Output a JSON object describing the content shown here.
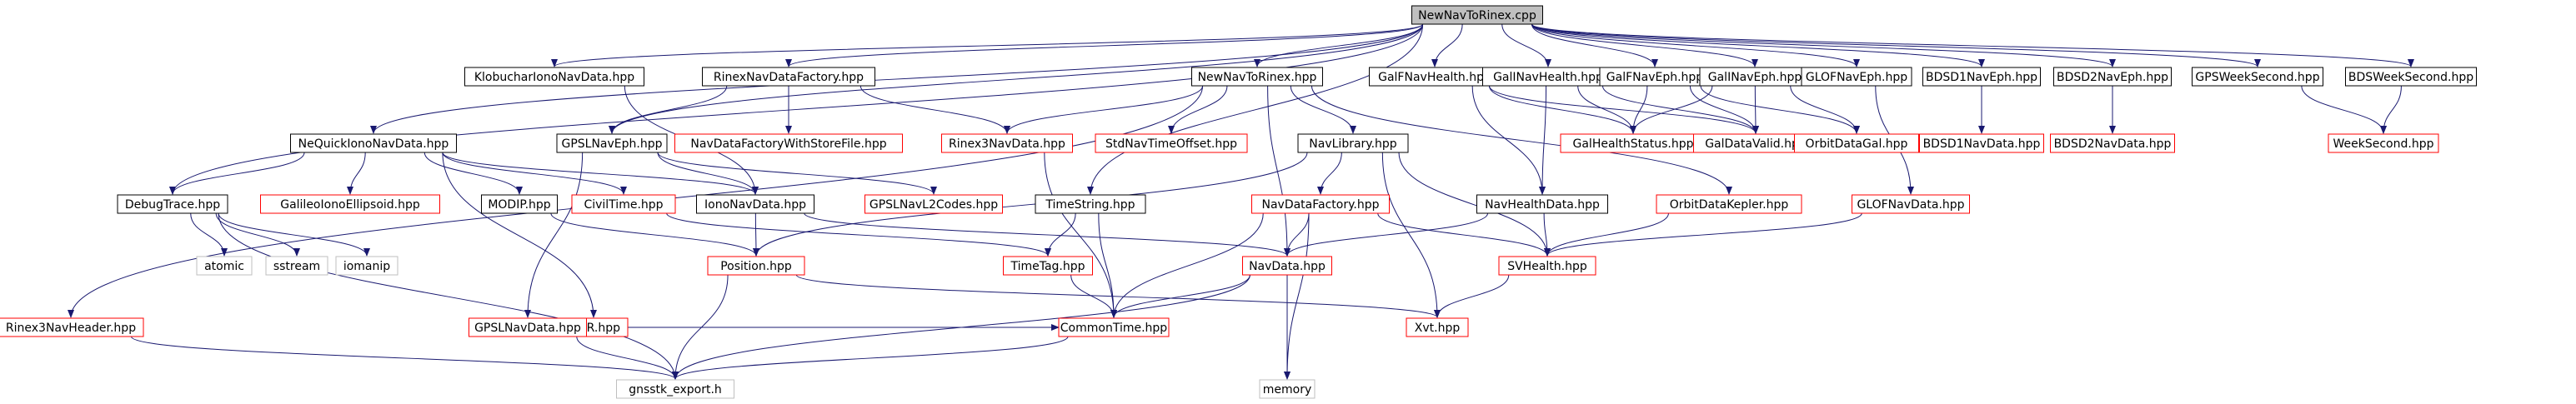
{
  "diagram": {
    "colors": {
      "edge": "#191970",
      "box_black": "#000000",
      "box_red": "#ff0000",
      "box_gray": "#bfbfbf",
      "root_fill": "#bfbfbf",
      "text": "#000000"
    },
    "nodes": [
      {
        "id": "root",
        "label": "NewNavToRinex.cpp",
        "style": "root"
      },
      {
        "id": "klob",
        "label": "KlobucharIonoNavData.hpp",
        "style": "black"
      },
      {
        "id": "rinexfac",
        "label": "RinexNavDataFactory.hpp",
        "style": "black"
      },
      {
        "id": "newnavhpp",
        "label": "NewNavToRinex.hpp",
        "style": "black"
      },
      {
        "id": "galfhealth",
        "label": "GalFNavHealth.hpp",
        "style": "black"
      },
      {
        "id": "galihealth",
        "label": "GalINavHealth.hpp",
        "style": "black"
      },
      {
        "id": "galfeph",
        "label": "GalFNavEph.hpp",
        "style": "black"
      },
      {
        "id": "galieph",
        "label": "GalINavEph.hpp",
        "style": "black"
      },
      {
        "id": "glofeph",
        "label": "GLOFNavEph.hpp",
        "style": "black"
      },
      {
        "id": "bd1eph",
        "label": "BDSD1NavEph.hpp",
        "style": "black"
      },
      {
        "id": "bd2eph",
        "label": "BDSD2NavEph.hpp",
        "style": "black"
      },
      {
        "id": "gpsws",
        "label": "GPSWeekSecond.hpp",
        "style": "black"
      },
      {
        "id": "bdsws",
        "label": "BDSWeekSecond.hpp",
        "style": "black"
      },
      {
        "id": "nequick",
        "label": "NeQuickIonoNavData.hpp",
        "style": "black"
      },
      {
        "id": "gpslnaveph",
        "label": "GPSLNavEph.hpp",
        "style": "black"
      },
      {
        "id": "navfacstore",
        "label": "NavDataFactoryWithStoreFile.hpp",
        "style": "red"
      },
      {
        "id": "rinex3navdata",
        "label": "Rinex3NavData.hpp",
        "style": "red"
      },
      {
        "id": "stdnavoff",
        "label": "StdNavTimeOffset.hpp",
        "style": "red"
      },
      {
        "id": "navlib",
        "label": "NavLibrary.hpp",
        "style": "black"
      },
      {
        "id": "galhealthstatus",
        "label": "GalHealthStatus.hpp",
        "style": "red"
      },
      {
        "id": "galdatavalid",
        "label": "GalDataValid.hpp",
        "style": "red"
      },
      {
        "id": "orbitgal",
        "label": "OrbitDataGal.hpp",
        "style": "red"
      },
      {
        "id": "bd1navdata",
        "label": "BDSD1NavData.hpp",
        "style": "red"
      },
      {
        "id": "bd2navdata",
        "label": "BDSD2NavData.hpp",
        "style": "red"
      },
      {
        "id": "weeksecond",
        "label": "WeekSecond.hpp",
        "style": "red"
      },
      {
        "id": "debugtrace",
        "label": "DebugTrace.hpp",
        "style": "black"
      },
      {
        "id": "galellipsoid",
        "label": "GalileoIonoEllipsoid.hpp",
        "style": "red"
      },
      {
        "id": "modip",
        "label": "MODIP.hpp",
        "style": "black"
      },
      {
        "id": "civiltime",
        "label": "CivilTime.hpp",
        "style": "red"
      },
      {
        "id": "iononavdata",
        "label": "IonoNavData.hpp",
        "style": "black"
      },
      {
        "id": "gpsl2codes",
        "label": "GPSLNavL2Codes.hpp",
        "style": "red"
      },
      {
        "id": "timestring",
        "label": "TimeString.hpp",
        "style": "black"
      },
      {
        "id": "navdatafactory",
        "label": "NavDataFactory.hpp",
        "style": "red"
      },
      {
        "id": "navhealthdata",
        "label": "NavHealthData.hpp",
        "style": "black"
      },
      {
        "id": "orbitkepler",
        "label": "OrbitDataKepler.hpp",
        "style": "red"
      },
      {
        "id": "glofnavdata",
        "label": "GLOFNavData.hpp",
        "style": "red"
      },
      {
        "id": "atomic",
        "label": "atomic",
        "style": "gray"
      },
      {
        "id": "sstream",
        "label": "sstream",
        "style": "gray"
      },
      {
        "id": "iomanip",
        "label": "iomanip",
        "style": "gray"
      },
      {
        "id": "position",
        "label": "Position.hpp",
        "style": "red"
      },
      {
        "id": "timetag",
        "label": "TimeTag.hpp",
        "style": "red"
      },
      {
        "id": "navdata",
        "label": "NavData.hpp",
        "style": "red"
      },
      {
        "id": "svhealth",
        "label": "SVHealth.hpp",
        "style": "red"
      },
      {
        "id": "ccir",
        "label": "CCIR.hpp",
        "style": "red"
      },
      {
        "id": "rinex3navheader",
        "label": "Rinex3NavHeader.hpp",
        "style": "red"
      },
      {
        "id": "gpslnavdata",
        "label": "GPSLNavData.hpp",
        "style": "red"
      },
      {
        "id": "commontime",
        "label": "CommonTime.hpp",
        "style": "red"
      },
      {
        "id": "xvt",
        "label": "Xvt.hpp",
        "style": "red"
      },
      {
        "id": "gnsstkexport",
        "label": "gnsstk_export.h",
        "style": "gray"
      },
      {
        "id": "memory",
        "label": "memory",
        "style": "gray"
      }
    ],
    "edges": [
      [
        "root",
        "klob"
      ],
      [
        "root",
        "rinexfac"
      ],
      [
        "root",
        "newnavhpp"
      ],
      [
        "root",
        "galfhealth"
      ],
      [
        "root",
        "galihealth"
      ],
      [
        "root",
        "galfeph"
      ],
      [
        "root",
        "galieph"
      ],
      [
        "root",
        "glofeph"
      ],
      [
        "root",
        "bd1eph"
      ],
      [
        "root",
        "bd2eph"
      ],
      [
        "root",
        "gpsws"
      ],
      [
        "root",
        "bdsws"
      ],
      [
        "root",
        "nequick"
      ],
      [
        "root",
        "gpslnaveph"
      ],
      [
        "root",
        "debugtrace"
      ],
      [
        "root",
        "timestring"
      ],
      [
        "klob",
        "iononavdata"
      ],
      [
        "rinexfac",
        "gpslnaveph"
      ],
      [
        "rinexfac",
        "navfacstore"
      ],
      [
        "rinexfac",
        "rinex3navdata"
      ],
      [
        "newnavhpp",
        "rinex3navheader"
      ],
      [
        "newnavhpp",
        "rinex3navdata"
      ],
      [
        "newnavhpp",
        "stdnavoff"
      ],
      [
        "newnavhpp",
        "navlib"
      ],
      [
        "newnavhpp",
        "orbitkepler"
      ],
      [
        "newnavhpp",
        "navdata"
      ],
      [
        "galfhealth",
        "galhealthstatus"
      ],
      [
        "galfhealth",
        "navhealthdata"
      ],
      [
        "galfhealth",
        "galdatavalid"
      ],
      [
        "galihealth",
        "galhealthstatus"
      ],
      [
        "galihealth",
        "navhealthdata"
      ],
      [
        "galihealth",
        "galdatavalid"
      ],
      [
        "galfeph",
        "galhealthstatus"
      ],
      [
        "galfeph",
        "galdatavalid"
      ],
      [
        "galfeph",
        "orbitgal"
      ],
      [
        "galieph",
        "galhealthstatus"
      ],
      [
        "galieph",
        "galdatavalid"
      ],
      [
        "galieph",
        "orbitgal"
      ],
      [
        "glofeph",
        "glofnavdata"
      ],
      [
        "bd1eph",
        "bd1navdata"
      ],
      [
        "bd2eph",
        "bd2navdata"
      ],
      [
        "gpsws",
        "weeksecond"
      ],
      [
        "bdsws",
        "weeksecond"
      ],
      [
        "nequick",
        "debugtrace"
      ],
      [
        "nequick",
        "galellipsoid"
      ],
      [
        "nequick",
        "modip"
      ],
      [
        "nequick",
        "civiltime"
      ],
      [
        "nequick",
        "iononavdata"
      ],
      [
        "nequick",
        "ccir"
      ],
      [
        "gpslnaveph",
        "gpslnavdata"
      ],
      [
        "gpslnaveph",
        "gpsl2codes"
      ],
      [
        "gpslnaveph",
        "iononavdata"
      ],
      [
        "navlib",
        "navdatafactory"
      ],
      [
        "navlib",
        "position"
      ],
      [
        "navlib",
        "svhealth"
      ],
      [
        "navlib",
        "xvt"
      ],
      [
        "debugtrace",
        "atomic"
      ],
      [
        "debugtrace",
        "sstream"
      ],
      [
        "debugtrace",
        "iomanip"
      ],
      [
        "debugtrace",
        "gnsstkexport"
      ],
      [
        "modip",
        "position"
      ],
      [
        "civiltime",
        "timetag"
      ],
      [
        "iononavdata",
        "navdata"
      ],
      [
        "iononavdata",
        "position"
      ],
      [
        "timestring",
        "timetag"
      ],
      [
        "timestring",
        "commontime"
      ],
      [
        "navdatafactory",
        "navdata"
      ],
      [
        "navdatafactory",
        "svhealth"
      ],
      [
        "navdatafactory",
        "commontime"
      ],
      [
        "navdatafactory",
        "memory"
      ],
      [
        "navhealthdata",
        "navdata"
      ],
      [
        "navhealthdata",
        "svhealth"
      ],
      [
        "orbitkepler",
        "svhealth"
      ],
      [
        "glofnavdata",
        "svhealth"
      ],
      [
        "position",
        "xvt"
      ],
      [
        "position",
        "gnsstkexport"
      ],
      [
        "timetag",
        "commontime"
      ],
      [
        "navdata",
        "commontime"
      ],
      [
        "navdata",
        "memory"
      ],
      [
        "navdata",
        "gnsstkexport"
      ],
      [
        "svhealth",
        "xvt"
      ],
      [
        "ccir",
        "commontime"
      ],
      [
        "rinex3navheader",
        "gnsstkexport"
      ],
      [
        "gpslnavdata",
        "gnsstkexport"
      ],
      [
        "commontime",
        "gnsstkexport"
      ],
      [
        "rinex3navdata",
        "commontime"
      ]
    ]
  }
}
